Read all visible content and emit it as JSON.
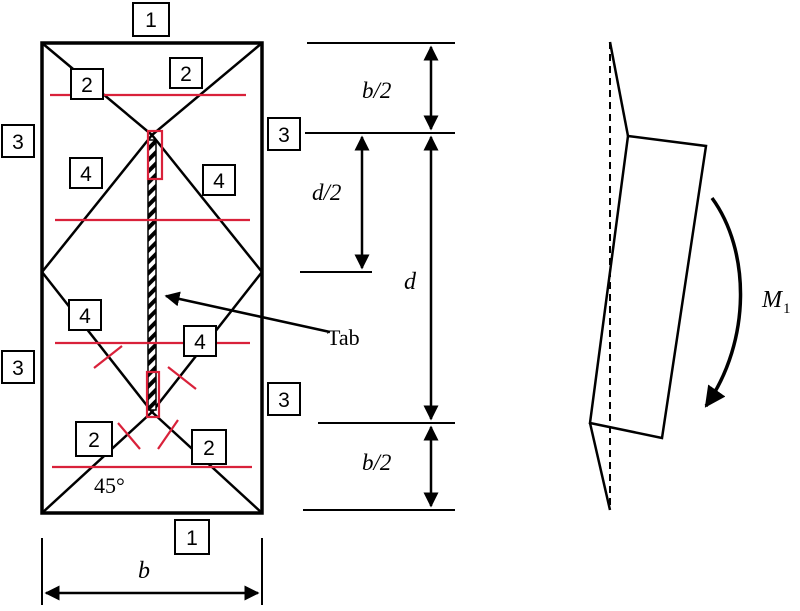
{
  "zone_labels": {
    "z1_top": "1",
    "z1_bottom": "1",
    "z2_top_left": "2",
    "z2_top_right": "2",
    "z2_bottom_left": "2",
    "z2_bottom_right": "2",
    "z3_upper_left": "3",
    "z3_upper_right": "3",
    "z3_lower_left": "3",
    "z3_lower_right": "3",
    "z4_upper_left": "4",
    "z4_upper_right": "4",
    "z4_lower_left": "4",
    "z4_lower_right": "4"
  },
  "annotations": {
    "angle": "45°",
    "tab": "Tab",
    "width": "b",
    "depth": "d",
    "half_depth": "d/2",
    "half_width_top": "b/2",
    "half_width_bottom": "b/2",
    "moment": "M",
    "moment_sub": "1"
  },
  "colors": {
    "ink": "#000000",
    "accent": "#d9213a"
  }
}
